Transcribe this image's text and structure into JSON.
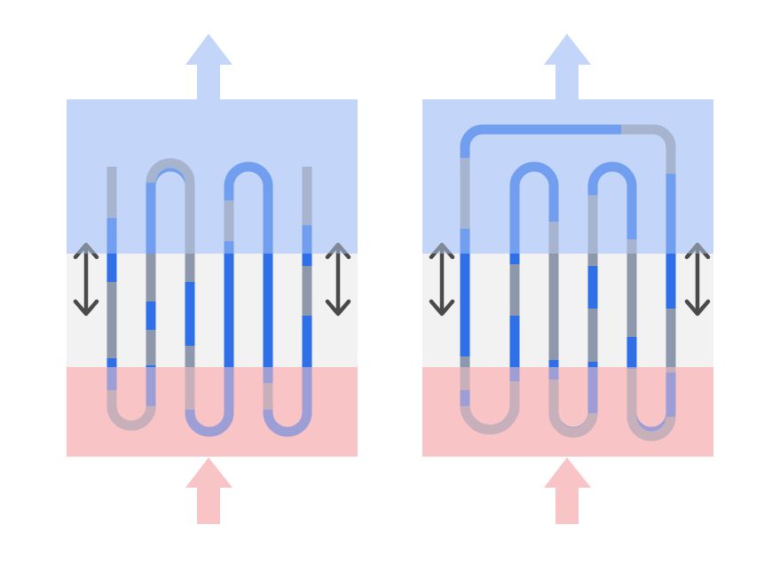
{
  "colors": {
    "hot_zone": "#f8c4c6",
    "cold_zone": "#c3d6f9",
    "middle_zone": "#f2f2f2",
    "hot_arrow": "#f8c4c6",
    "cold_arrow": "#c3d6f9",
    "tube_liquid": "#2f6fe8",
    "tube_vapor": "#8e98ad",
    "tube_hot_tint": "#a07a86",
    "double_arrow": "#4a4a4a"
  },
  "diagrams": [
    {
      "id": "left",
      "kind": "closed-loop-serpentine"
    },
    {
      "id": "right",
      "kind": "open-loop-serpentine"
    }
  ]
}
